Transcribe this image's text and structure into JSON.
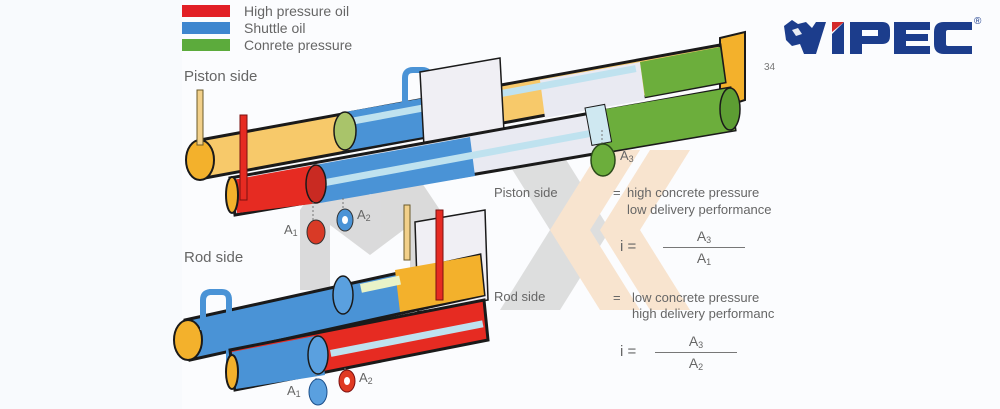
{
  "brand": {
    "name": "VIPEC",
    "registered_mark": "®",
    "color_primary": "#1c3d8c",
    "color_accent": "#d42a2a"
  },
  "legend": [
    {
      "label": "High pressure oil",
      "color": "#e21f26"
    },
    {
      "label": "Shuttle oil",
      "color": "#3e86cf"
    },
    {
      "label": "Conrete pressure",
      "color": "#5cab3c"
    }
  ],
  "page_number": "34",
  "diagram": {
    "top_section_label": "Piston side",
    "bottom_section_label": "Rod side",
    "area_labels": {
      "a1": "A",
      "a1_sub": "1",
      "a2": "A",
      "a2_sub": "2",
      "a3": "A",
      "a3_sub": "3"
    },
    "colors": {
      "housing": "#f3b12c",
      "housing_light": "#f7c96a",
      "shuttle": "#4a93d6",
      "high_pressure": "#e62b22",
      "concrete": "#6cae3c",
      "rod": "#bfe2ef",
      "outline": "#1a1a1a"
    }
  },
  "explanation": {
    "piston_side": {
      "label": "Piston side",
      "eq": "=",
      "line1": "high concrete pressure",
      "line2": "low delivery performance",
      "ratio_symbol": "i",
      "ratio_eq": "=",
      "numerator": "A",
      "numerator_sub": "3",
      "denominator": "A",
      "denominator_sub": "1"
    },
    "rod_side": {
      "label": "Rod side",
      "eq": "=",
      "line1": "low concrete pressure",
      "line2": "high delivery performanc",
      "ratio_symbol": "i",
      "ratio_eq": "=",
      "numerator": "A",
      "numerator_sub": "3",
      "denominator": "A",
      "denominator_sub": "2"
    }
  },
  "watermark": {
    "text": "MDX",
    "color_gray": "#c8c8c8",
    "color_orange": "#f7d7b3"
  }
}
